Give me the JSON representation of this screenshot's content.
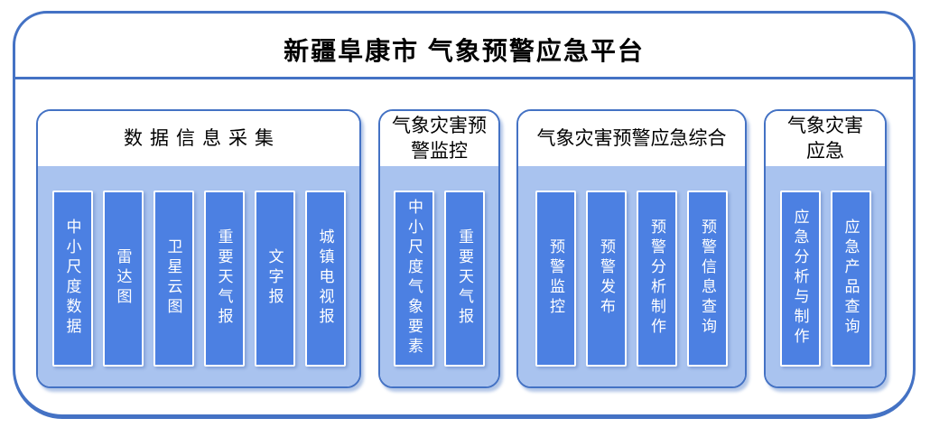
{
  "platform": {
    "title": "新疆阜康市 气象预警应急平台"
  },
  "colors": {
    "accent_border": "#4472c4",
    "group_body_bg": "#a9c3ef",
    "item_fill": "#4c80e2",
    "item_border": "#ffffff",
    "header_bg": "#ffffff",
    "title_text": "#000000",
    "item_text": "#ffffff"
  },
  "groups": [
    {
      "header": "数据信息采集",
      "items": [
        "中小尺度数据",
        "雷达图",
        "卫星云图",
        "重要天气报",
        "文字报",
        "城镇电视报"
      ]
    },
    {
      "header": "气象灾害预\n警监控",
      "items": [
        "中小尺度气象要素",
        "重要天气报"
      ]
    },
    {
      "header": "气象灾害预警应急综合",
      "items": [
        "预警监控",
        "预警发布",
        "预警分析制作",
        "预警信息查询"
      ]
    },
    {
      "header": "气象灾害\n应急",
      "items": [
        "应急分析与制作",
        "应急产品查询"
      ]
    }
  ]
}
